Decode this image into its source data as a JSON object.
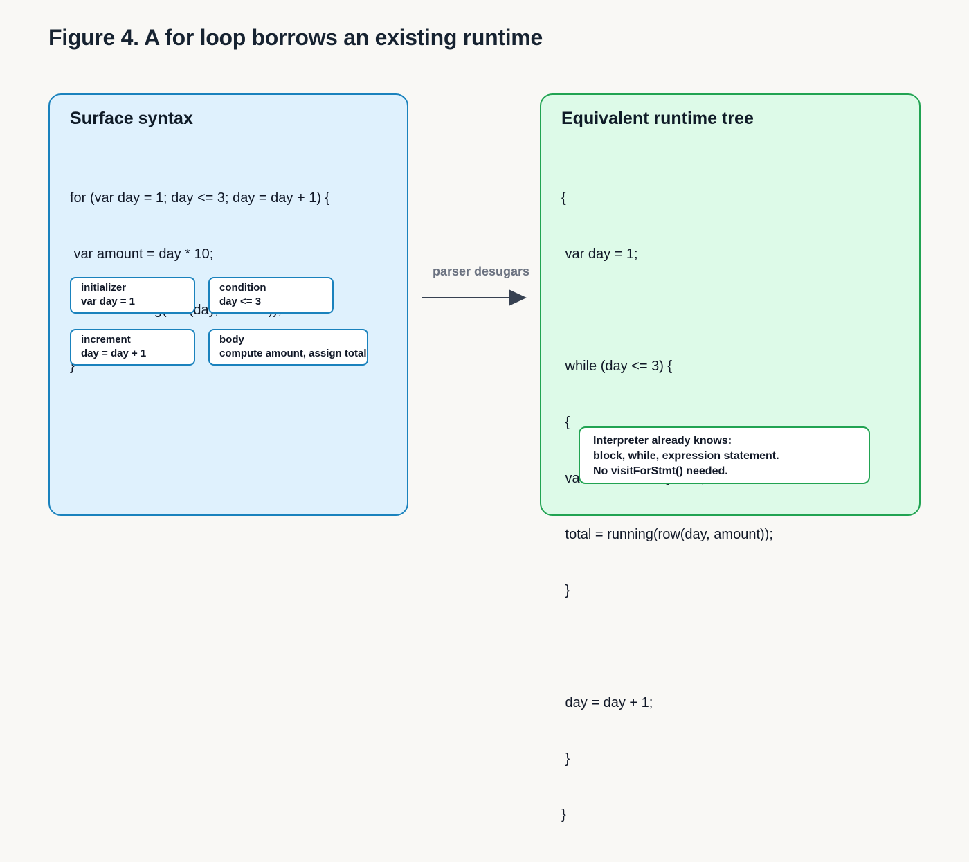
{
  "figure": {
    "title": "Figure 4. A for loop borrows an existing runtime"
  },
  "left_panel": {
    "heading": "Surface syntax",
    "code_lines": [
      "for (var day = 1; day <= 3; day = day + 1) {",
      " var amount = day * 10;",
      " total = running(row(day, amount));",
      "}"
    ],
    "parts": {
      "initializer": {
        "label": "initializer",
        "value": "var day = 1"
      },
      "condition": {
        "label": "condition",
        "value": "day <= 3"
      },
      "increment": {
        "label": "increment",
        "value": "day = day + 1"
      },
      "body": {
        "label": "body",
        "value": "compute amount, assign total"
      }
    }
  },
  "arrow": {
    "label": "parser desugars"
  },
  "right_panel": {
    "heading": "Equivalent runtime tree",
    "code_lines": [
      "{",
      " var day = 1;",
      "",
      " while (day <= 3) {",
      " {",
      " var amount = day * 10;",
      " total = running(row(day, amount));",
      " }",
      "",
      " day = day + 1;",
      " }",
      "}"
    ],
    "note_lines": [
      "Interpreter already knows:",
      "block, while, expression statement.",
      "No visitForStmt() needed."
    ]
  },
  "colors": {
    "left_fill": "#dff1fd",
    "left_border": "#1a82bd",
    "right_fill": "#ddfae8",
    "right_border": "#21a352",
    "arrow": "#374151"
  }
}
